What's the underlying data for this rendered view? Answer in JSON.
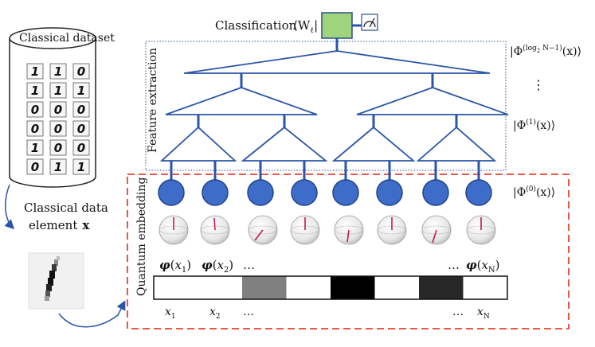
{
  "classification": {
    "label": "Classification",
    "measurement_operator": "⟨W",
    "operator_subscript": "ℓ",
    "operator_close": "|"
  },
  "feature_extraction": {
    "label": "Feature extraction"
  },
  "states": {
    "top": {
      "pre": "|Φ",
      "sup": "(log",
      "sub": "2",
      "sup_tail": " N−1)",
      "arg": "(x)⟩"
    },
    "vdots": "⋮",
    "level1": {
      "pre": "|Φ",
      "sup": "(1)",
      "arg": "(x)⟩"
    },
    "level0": {
      "pre": "|Φ",
      "sup": "(0)",
      "arg": "(x)⟩"
    }
  },
  "quantum_embedding": {
    "label": "Quantum embedding"
  },
  "dataset": {
    "title": "Classical dataset",
    "digits": [
      [
        "1",
        "1",
        "0"
      ],
      [
        "1",
        "1",
        "1"
      ],
      [
        "0",
        "0",
        "0"
      ],
      [
        "0",
        "0",
        "0"
      ],
      [
        "1",
        "0",
        "0"
      ],
      [
        "0",
        "1",
        "1"
      ]
    ]
  },
  "data_element": {
    "line1": "Classical data",
    "line2": "element",
    "symbol": "x"
  },
  "feature_maps": {
    "first": {
      "phi": "φ",
      "var": "x",
      "sub": "1"
    },
    "second": {
      "phi": "φ",
      "var": "x",
      "sub": "2"
    },
    "ellipsis_left": "…",
    "ellipsis_right": "…",
    "last": {
      "phi": "φ",
      "var": "x",
      "sub": "N"
    }
  },
  "pixel_labels": {
    "x1": {
      "var": "x",
      "sub": "1"
    },
    "x2": {
      "var": "x",
      "sub": "2"
    },
    "dots_left": "…",
    "dots_right": "…",
    "xN": {
      "var": "x",
      "sub": "N"
    }
  },
  "pixel_strip": {
    "cells": [
      "#ffffff",
      "#ffffff",
      "#808080",
      "#ffffff",
      "#000000",
      "#ffffff",
      "#282828",
      "#ffffff"
    ]
  },
  "colors": {
    "tree": "#2a55a8",
    "qubit": "#3d6cc9",
    "embed_border": "#e8432e",
    "feature_border": "#2b4f8a",
    "classifier": "#9fd37c"
  }
}
